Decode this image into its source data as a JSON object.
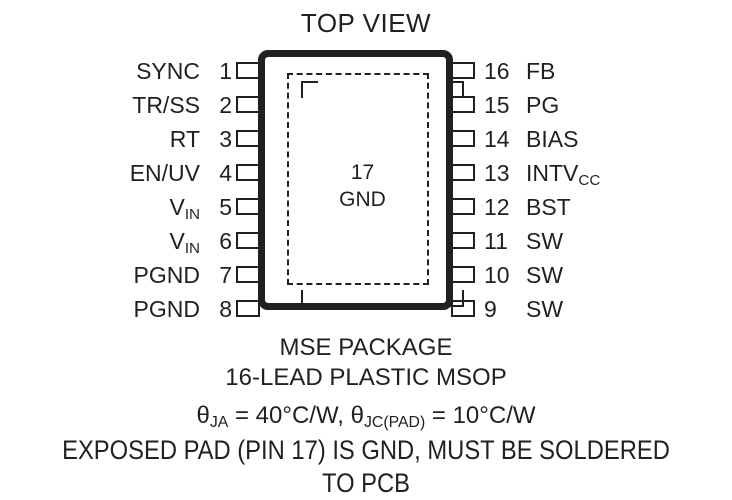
{
  "title": "TOP VIEW",
  "package": {
    "exposed_pad_number": "17",
    "exposed_pad_name": "GND"
  },
  "pins_left": [
    {
      "number": "1",
      "name": "SYNC"
    },
    {
      "number": "2",
      "name": "TR/SS"
    },
    {
      "number": "3",
      "name": "RT"
    },
    {
      "number": "4",
      "name": "EN/UV"
    },
    {
      "number": "5",
      "name": "V",
      "sub": "IN"
    },
    {
      "number": "6",
      "name": "V",
      "sub": "IN"
    },
    {
      "number": "7",
      "name": "PGND"
    },
    {
      "number": "8",
      "name": "PGND"
    }
  ],
  "pins_right": [
    {
      "number": "16",
      "name": "FB"
    },
    {
      "number": "15",
      "name": "PG"
    },
    {
      "number": "14",
      "name": "BIAS"
    },
    {
      "number": "13",
      "name": "INTV",
      "sub": "CC"
    },
    {
      "number": "12",
      "name": "BST"
    },
    {
      "number": "11",
      "name": "SW"
    },
    {
      "number": "10",
      "name": "SW"
    },
    {
      "number": "9",
      "name": "SW"
    }
  ],
  "captions": {
    "package_name": "MSE PACKAGE",
    "package_desc": "16-LEAD PLASTIC MSOP",
    "thermal": {
      "theta": "θ",
      "ja_sub": "JA",
      "ja_value": " = 40°C/W, ",
      "jc_sub": "JC(PAD)",
      "jc_value": " = 10°C/W"
    },
    "pad_note": "EXPOSED PAD (PIN 17) IS GND, MUST BE SOLDERED TO PCB"
  },
  "colors": {
    "ink": "#231f20",
    "background": "#ffffff"
  }
}
